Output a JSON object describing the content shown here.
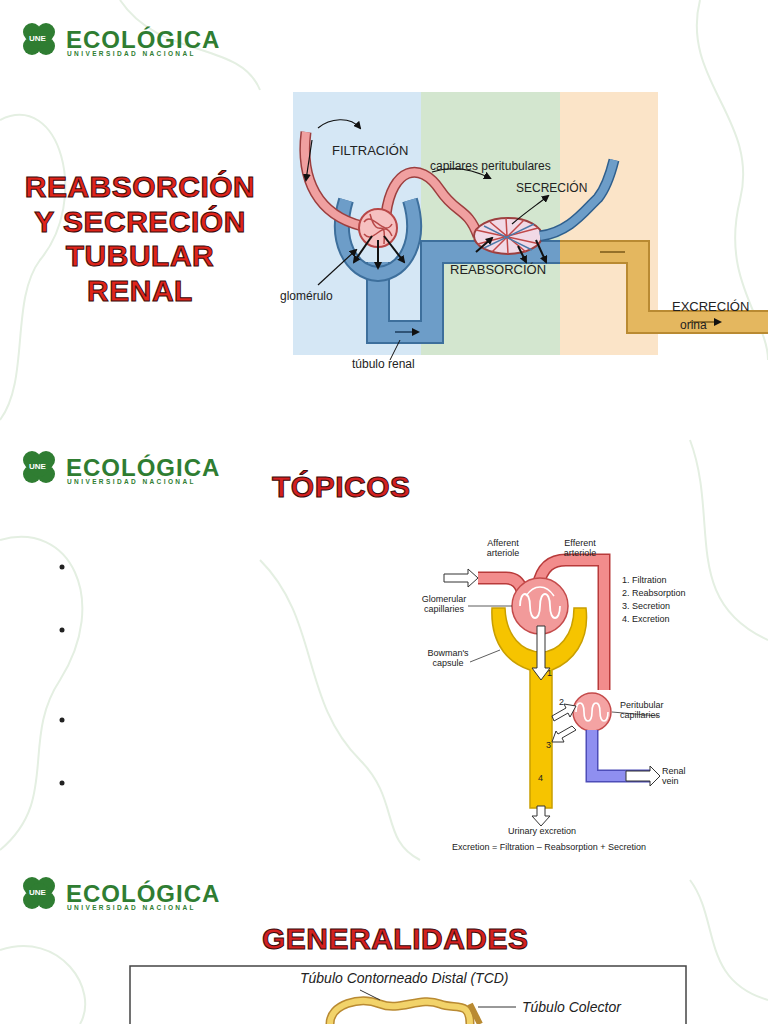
{
  "diagram": {
    "title": "REABSORCIÓN Y SECRECIÓN TUBULAR RENAL",
    "labels": [
      "UNE",
      "ECOLÓGICA",
      "UNIVERSIDAD NACIONAL",
      "FILTRACIÓN",
      "capilares peritubulares",
      "SECRECIÓN",
      "REABSORCIÓN",
      "glomérulo",
      "túbulo renal",
      "EXCRECIÓN",
      "orina",
      "UNE",
      "ECOLÓGICA",
      "UNIVERSIDAD NACIONAL",
      "TÓPICOS",
      "Afferent arteriole",
      "Efferent arteriole",
      "1. Filtration",
      "2. Reabsorption",
      "3. Secretion",
      "4. Excretion",
      "Glomerular capillaries",
      "Bowman's capsule",
      "1",
      "2",
      "3",
      "4",
      "Peritubular capillaries",
      "Renal vein",
      "Urinary excretion",
      "Excretion = Filtration – Reabsorption + Secretion",
      "UNE",
      "ECOLÓGICA",
      "UNIVERSIDAD NACIONAL",
      "GENERALIDADES",
      "Túbulo Contorneado Distal (TCD)",
      "Túbulo Colector"
    ]
  }
}
